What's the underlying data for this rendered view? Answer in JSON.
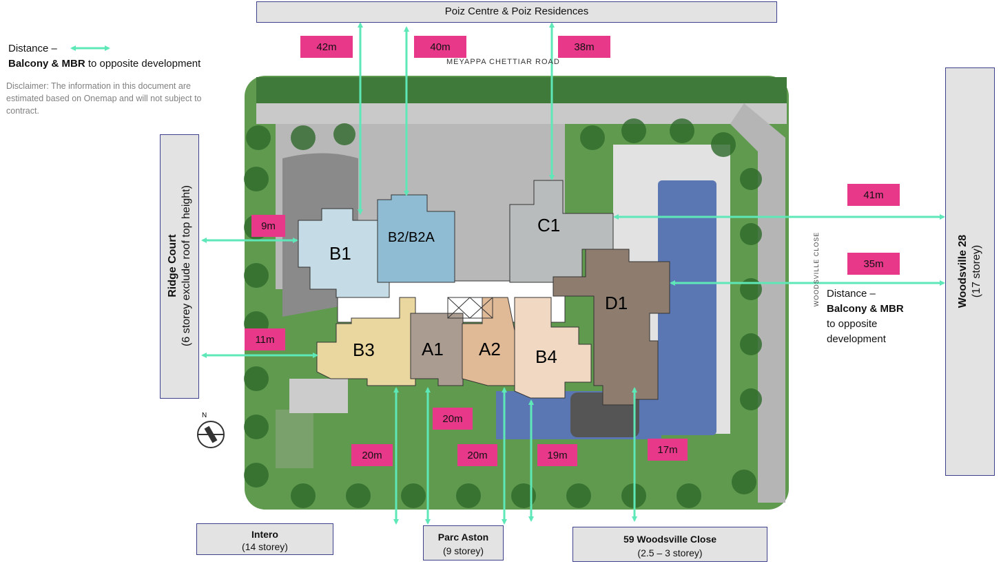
{
  "top_development": "Poiz Centre & Poiz Residences",
  "road_top": "MEYAPPA CHETTIAR ROAD",
  "road_right": "WOODSVILLE CLOSE",
  "legend": {
    "line1": "Distance –",
    "bold": "Balcony & MBR",
    "rest": " to opposite development"
  },
  "disclaimer": "Disclaimer: The information in this document are estimated based on Onemap and will not subject to contract.",
  "right_note": {
    "line1": "Distance –",
    "bold": "Balcony & MBR",
    "line3": "to opposite",
    "line4": "development"
  },
  "neighbours": {
    "ridge": {
      "name": "Ridge Court",
      "sub": "(6 storey exclude roof top height)"
    },
    "woodsville28": {
      "name": "Woodsville 28",
      "sub": "(17 storey)"
    },
    "intero": {
      "name": "Intero",
      "sub": "(14 storey)"
    },
    "parc_aston": {
      "name": "Parc Aston",
      "sub": "(9 storey)"
    },
    "woodsville59": {
      "name": "59 Woodsville Close",
      "sub": "(2.5 – 3 storey)"
    }
  },
  "blocks": [
    "B1",
    "B2/B2A",
    "C1",
    "D1",
    "B3",
    "A1",
    "A2",
    "B4"
  ],
  "distances": {
    "d42": "42m",
    "d40": "40m",
    "d38": "38m",
    "d41": "41m",
    "d35": "35m",
    "d9": "9m",
    "d11": "11m",
    "d20a": "20m",
    "d20b": "20m",
    "d20c": "20m",
    "d19": "19m",
    "d17": "17m"
  },
  "compass": "N",
  "colors": {
    "arrow": "#5ee8b8",
    "tag": "#e8388a",
    "border": "#3b3f8c"
  }
}
